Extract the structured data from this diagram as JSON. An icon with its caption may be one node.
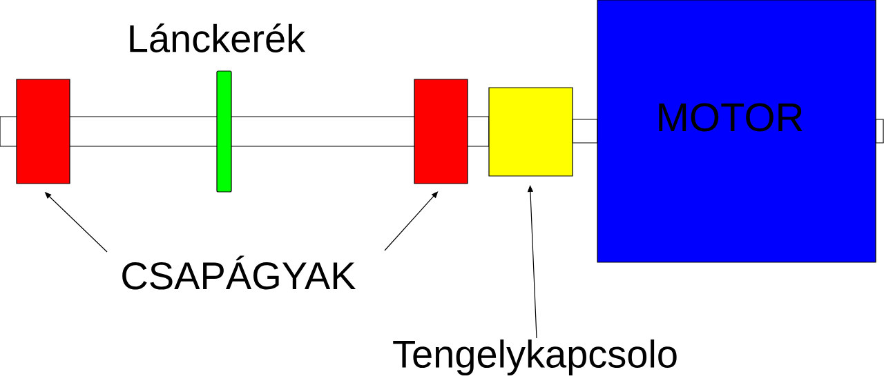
{
  "diagram": {
    "nodes": [
      {
        "text": [],
        "shape": "box"
      },
      {
        "text": [],
        "shape": "bar",
        "beside": [
          "Lánckerék"
        ]
      },
      {
        "text": [],
        "shape": "box"
      },
      {
        "text": [],
        "shape": "box"
      },
      {
        "text": [
          "MOTOR"
        ]
      },
      {
        "text": [
          "CSAPÁGYAK"
        ]
      },
      {
        "text": [
          "Tengelykapcsolo"
        ]
      }
    ],
    "edges": [
      {
        "from": 5,
        "to": 0,
        "arrow": "to"
      },
      {
        "from": 5,
        "to": 2,
        "arrow": "to"
      },
      {
        "from": 6,
        "to": 3,
        "arrow": "to"
      }
    ]
  }
}
